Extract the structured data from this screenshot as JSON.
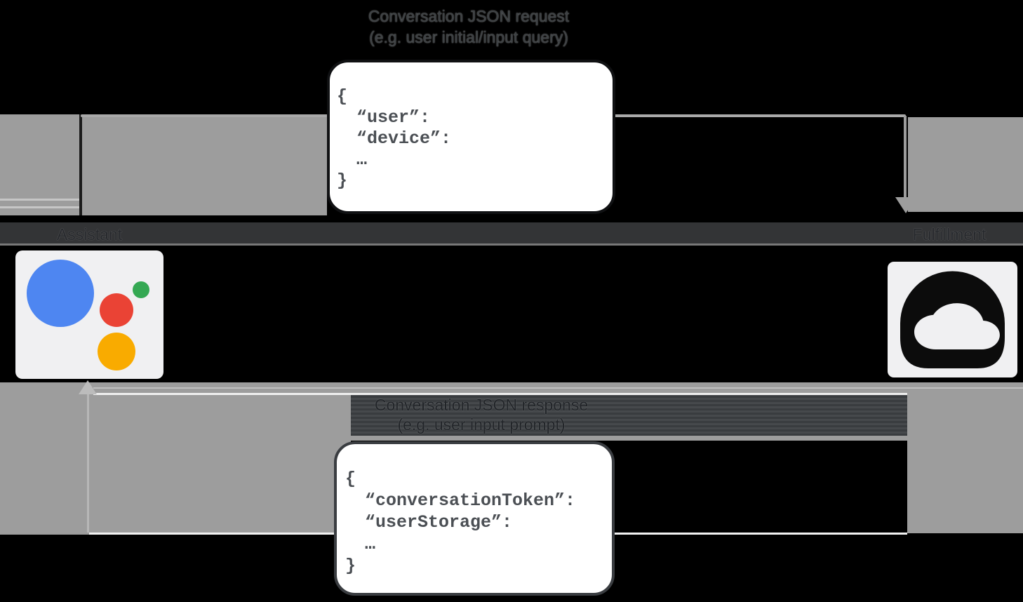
{
  "request": {
    "label_line1": "Conversation JSON request",
    "label_line2": "(e.g. user initial/input query)",
    "json_lines": [
      "{",
      "“user”:",
      "“device”:",
      "…",
      "}"
    ]
  },
  "response": {
    "label_line1": "Conversation JSON response",
    "label_line2": "(e.g. user input prompt)",
    "json_lines": [
      "{",
      "“conversationToken”:",
      "“userStorage”:",
      "…",
      "}"
    ]
  },
  "nodes": {
    "assistant": {
      "label": "Assistant",
      "icon": "google-assistant-logo"
    },
    "fulfillment": {
      "label": "Fulfillment",
      "icon": "cloud-icon"
    }
  },
  "colors": {
    "assistant_blue": "#4e86f1",
    "assistant_red": "#ea4335",
    "assistant_green": "#34a853",
    "assistant_yellow": "#f9ab00",
    "arrow_gray": "#9d9d9d",
    "label_text": "#3c4043"
  }
}
